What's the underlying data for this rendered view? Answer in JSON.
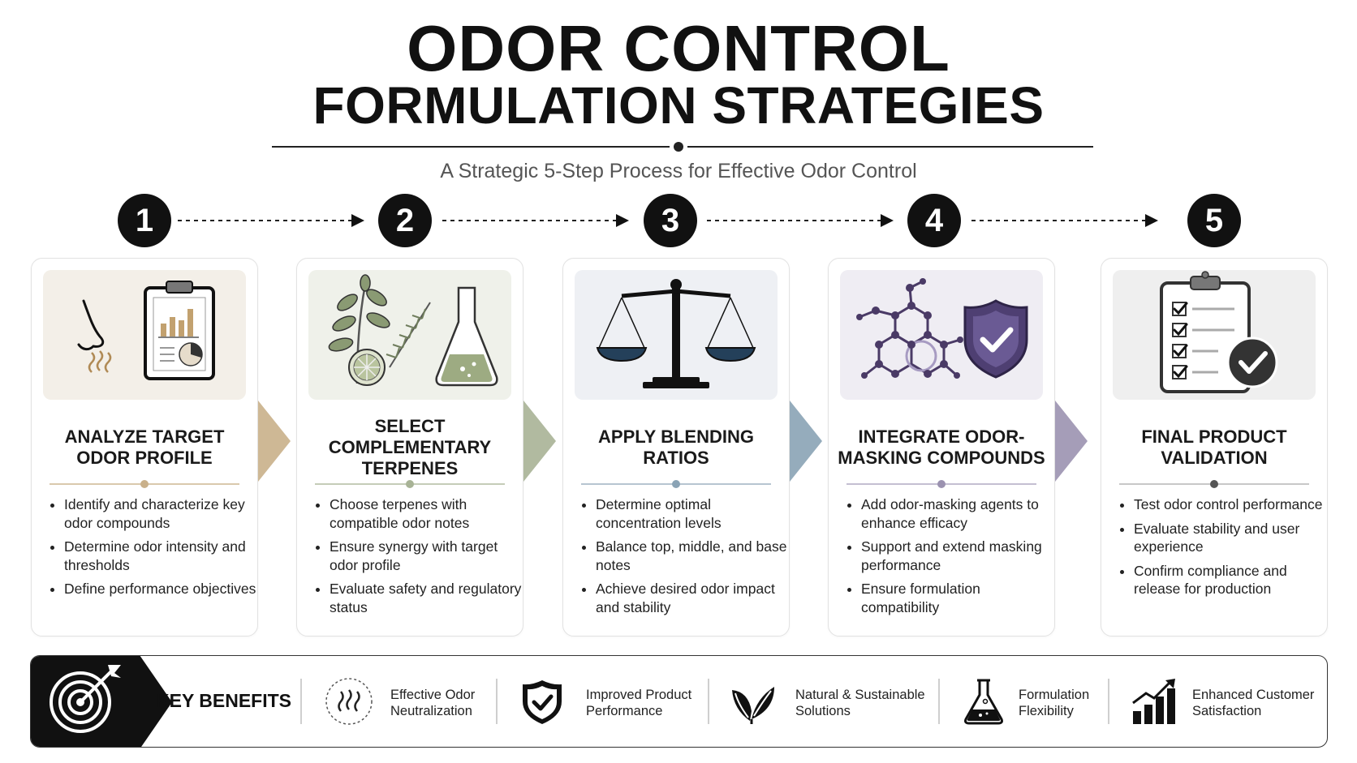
{
  "header": {
    "title_line1": "ODOR CONTROL",
    "title_line2": "FORMULATION STRATEGIES",
    "subtitle": "A Strategic 5-Step Process for Effective Odor Control"
  },
  "steps": [
    {
      "number": "1",
      "title": "ANALYZE TARGET ODOR PROFILE",
      "icon": "nose-and-report-clipboard-icon",
      "accent": "#c9b08a",
      "bullets": [
        "Identify and characterize key odor compounds",
        "Determine odor intensity and thresholds",
        "Define performance objectives"
      ]
    },
    {
      "number": "2",
      "title": "SELECT COMPLEMENTARY TERPENES",
      "icon": "botanicals-and-flask-icon",
      "accent": "#a8b396",
      "bullets": [
        "Choose terpenes with compatible odor notes",
        "Ensure synergy with target odor profile",
        "Evaluate safety and regulatory status"
      ]
    },
    {
      "number": "3",
      "title": "APPLY BLENDING RATIOS",
      "icon": "balance-scale-icon",
      "accent": "#8aa3b5",
      "bullets": [
        "Determine optimal concentration levels",
        "Balance top, middle, and base notes",
        "Achieve desired odor impact and stability"
      ]
    },
    {
      "number": "4",
      "title": "INTEGRATE ODOR-MASKING COMPOUNDS",
      "icon": "molecule-and-shield-icon",
      "accent": "#9b92b0",
      "bullets": [
        "Add odor-masking agents to enhance efficacy",
        "Support and extend masking performance",
        "Ensure formulation compatibility"
      ]
    },
    {
      "number": "5",
      "title": "FINAL PRODUCT VALIDATION",
      "icon": "checklist-clipboard-icon",
      "accent": "#8a8a8a",
      "bullets": [
        "Test odor control performance",
        "Evaluate stability and user experience",
        "Confirm compliance and release for production"
      ]
    }
  ],
  "benefits": {
    "label": "KEY BENEFITS",
    "items": [
      {
        "icon": "odor-waves-icon",
        "line1": "Effective Odor",
        "line2": "Neutralization"
      },
      {
        "icon": "shield-check-icon",
        "line1": "Improved Product",
        "line2": "Performance"
      },
      {
        "icon": "leaves-icon",
        "line1": "Natural & Sustainable",
        "line2": "Solutions"
      },
      {
        "icon": "flask-icon",
        "line1": "Formulation",
        "line2": "Flexibility"
      },
      {
        "icon": "growth-chart-icon",
        "line1": "Enhanced Customer",
        "line2": "Satisfaction"
      }
    ]
  }
}
